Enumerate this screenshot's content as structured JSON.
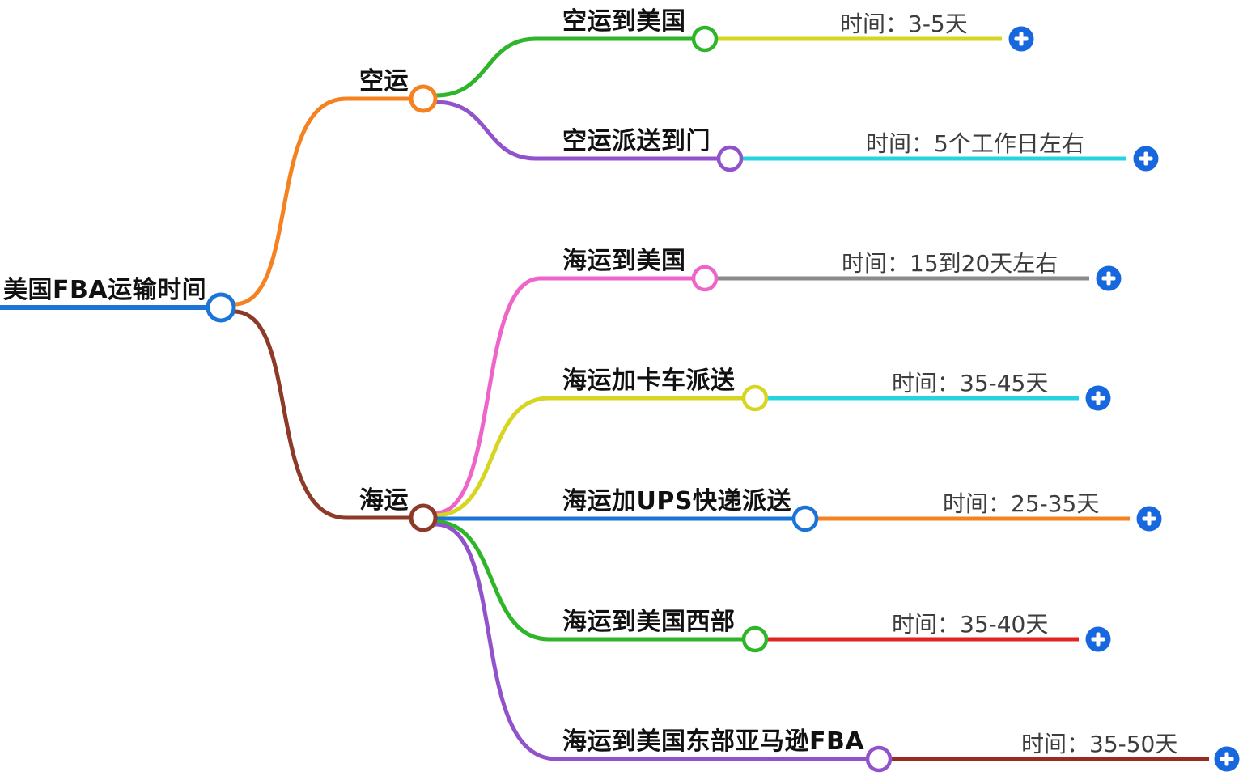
{
  "app": {
    "type": "mindmap-editor",
    "background": "#ffffff"
  },
  "icons": {
    "expand_button": "plus-icon",
    "node_handle": "circle-node-icon"
  },
  "colors": {
    "root_blue": "#1b74d6",
    "air_orange": "#f58220",
    "sea_maroon": "#8d3a28",
    "green": "#2fb52a",
    "purple": "#9152cc",
    "magenta": "#ee64c8",
    "yellow": "#d5d522",
    "cyan": "#26d4e0",
    "gray": "#8a8a8a",
    "red": "#e02424",
    "dark_red": "#962d20",
    "plus_button": "#1767df",
    "label_text": "#111111",
    "time_text": "#3d3d3d"
  },
  "mindmap": {
    "root": {
      "label": "美国FBA运输时间"
    },
    "branches": [
      {
        "label": "空运",
        "children": [
          {
            "label": "空运到美国",
            "time": "时间：3-5天"
          },
          {
            "label": "空运派送到门",
            "time": "时间：5个工作日左右"
          }
        ]
      },
      {
        "label": "海运",
        "children": [
          {
            "label": "海运到美国",
            "time": "时间：15到20天左右"
          },
          {
            "label": "海运加卡车派送",
            "time": "时间：35-45天"
          },
          {
            "label": "海运加UPS快递派送",
            "time": "时间：25-35天"
          },
          {
            "label": "海运到美国西部",
            "time": "时间：35-40天"
          },
          {
            "label": "海运到美国东部亚马逊FBA",
            "time": "时间：35-50天"
          }
        ]
      }
    ]
  }
}
